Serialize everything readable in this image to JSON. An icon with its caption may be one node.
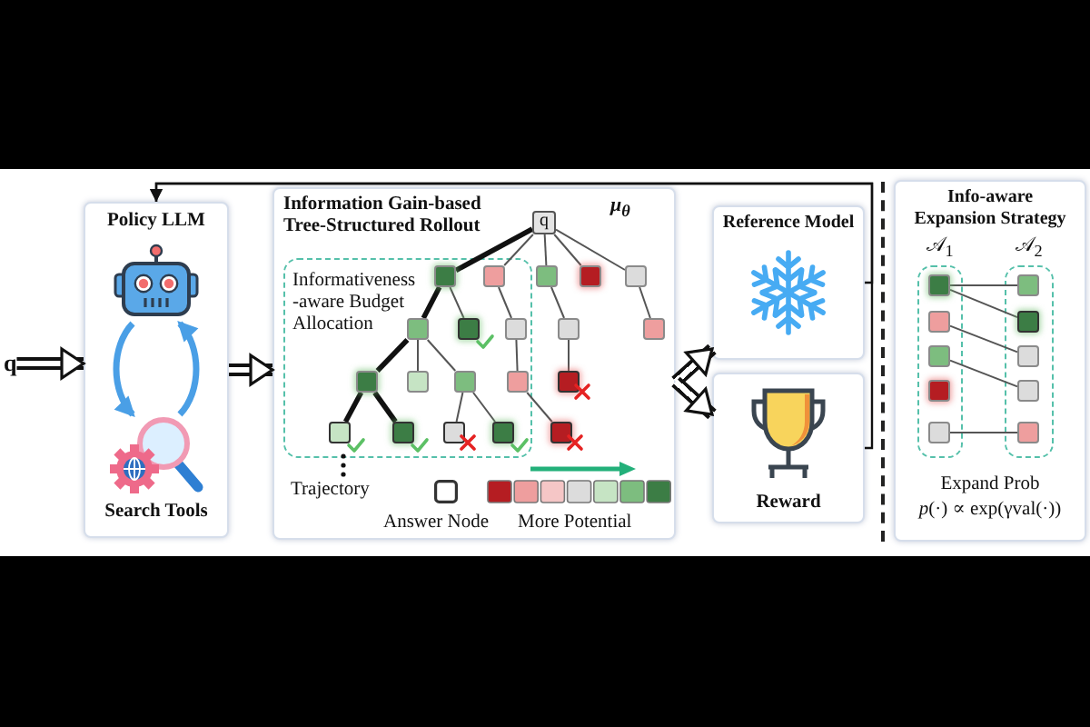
{
  "diagram": {
    "nodes": [
      {
        "text": [
          "q"
        ]
      },
      {
        "text": [
          "Policy LLM",
          "Search Tools"
        ]
      },
      {
        "text": [],
        "shape": "picture",
        "in": 1
      },
      {
        "text": [],
        "shape": "picture",
        "in": 1
      },
      {
        "text": [
          "Information Gain-based Tree-Structured Rollout",
          "μ$_{θ}$"
        ]
      },
      {
        "text": [
          "q"
        ],
        "in": 4
      },
      {
        "text": [
          "Informativeness -aware Budget Allocation"
        ],
        "in": 4
      },
      {
        "text": [],
        "shape": "box",
        "in": 6
      },
      {
        "text": [],
        "shape": "box",
        "in": 6
      },
      {
        "text": [],
        "shape": "box",
        "in": 4
      },
      {
        "text": [],
        "shape": "box",
        "in": 4
      },
      {
        "text": [],
        "shape": "box",
        "in": 4
      },
      {
        "text": [],
        "shape": "box",
        "in": 6
      },
      {
        "text": [],
        "shape": "box",
        "in": 6
      },
      {
        "text": [],
        "shape": "box",
        "in": 6
      },
      {
        "text": [],
        "shape": "box",
        "in": 4
      },
      {
        "text": [],
        "shape": "box",
        "in": 4
      },
      {
        "text": [],
        "shape": "box",
        "in": 6
      },
      {
        "text": [],
        "shape": "box",
        "in": 6
      },
      {
        "text": [],
        "shape": "box",
        "in": 6
      },
      {
        "text": [],
        "shape": "box",
        "in": 6
      },
      {
        "text": [],
        "shape": "box",
        "in": 4
      },
      {
        "text": [],
        "shape": "box",
        "in": 6
      },
      {
        "text": [],
        "shape": "box",
        "in": 6
      },
      {
        "text": [],
        "shape": "box",
        "in": 6
      },
      {
        "text": [],
        "shape": "box",
        "in": 6
      },
      {
        "text": [],
        "shape": "box",
        "in": 4
      },
      {
        "text": [
          "Reference Model"
        ]
      },
      {
        "text": [
          "Reward"
        ]
      },
      {
        "text": [
          "Info-aware Expansion Strategy",
          "Expand Prob",
          "*p*(·) ∝ exp(γval(·))"
        ]
      },
      {
        "text": [
          "𝒜$_{1}$"
        ],
        "in": 29
      },
      {
        "text": [],
        "shape": "box",
        "in": 30
      },
      {
        "text": [],
        "shape": "box",
        "in": 30
      },
      {
        "text": [],
        "shape": "box",
        "in": 30
      },
      {
        "text": [],
        "shape": "box",
        "in": 30
      },
      {
        "text": [],
        "shape": "box",
        "in": 30
      },
      {
        "text": [
          "𝒜$_{2}$"
        ],
        "in": 29
      },
      {
        "text": [],
        "shape": "box",
        "in": 36
      },
      {
        "text": [],
        "shape": "box",
        "in": 36
      },
      {
        "text": [],
        "shape": "box",
        "in": 36
      },
      {
        "text": [],
        "shape": "box",
        "in": 36
      },
      {
        "text": [],
        "shape": "box",
        "in": 36
      }
    ],
    "edges": [
      {
        "from": 0,
        "to": 1,
        "arrow": "to",
        "style": "thick"
      },
      {
        "from": 2,
        "to": 3,
        "arrow": "to",
        "style": "thick",
        "color": "#4a9fe6"
      },
      {
        "from": 3,
        "to": 2,
        "arrow": "to",
        "style": "thick",
        "color": "#4a9fe6"
      },
      {
        "from": 1,
        "to": 4,
        "arrow": "to",
        "style": "thick"
      },
      {
        "from": 5,
        "to": 7,
        "arrow": "none",
        "style": "thick"
      },
      {
        "from": 5,
        "to": 8,
        "arrow": "none"
      },
      {
        "from": 5,
        "to": 9,
        "arrow": "none"
      },
      {
        "from": 5,
        "to": 10,
        "arrow": "none"
      },
      {
        "from": 5,
        "to": 11,
        "arrow": "none"
      },
      {
        "from": 7,
        "to": 12,
        "arrow": "none",
        "style": "thick"
      },
      {
        "from": 7,
        "to": 13,
        "arrow": "none"
      },
      {
        "from": 8,
        "to": 14,
        "arrow": "none"
      },
      {
        "from": 9,
        "to": 15,
        "arrow": "none"
      },
      {
        "from": 11,
        "to": 16,
        "arrow": "none"
      },
      {
        "from": 12,
        "to": 17,
        "arrow": "none",
        "style": "thick"
      },
      {
        "from": 12,
        "to": 18,
        "arrow": "none"
      },
      {
        "from": 12,
        "to": 19,
        "arrow": "none"
      },
      {
        "from": 14,
        "to": 20,
        "arrow": "none"
      },
      {
        "from": 15,
        "to": 21,
        "arrow": "none"
      },
      {
        "from": 17,
        "to": 22,
        "arrow": "none",
        "style": "thick"
      },
      {
        "from": 17,
        "to": 23,
        "arrow": "none",
        "style": "thick"
      },
      {
        "from": 19,
        "to": 24,
        "arrow": "none"
      },
      {
        "from": 19,
        "to": 25,
        "arrow": "none"
      },
      {
        "from": 20,
        "to": 26,
        "arrow": "none"
      },
      {
        "from": 4,
        "to": 27,
        "arrow": "to",
        "style": "thick"
      },
      {
        "from": 4,
        "to": 28,
        "arrow": "to",
        "style": "thick"
      },
      {
        "from": 27,
        "to": 1,
        "arrow": "to"
      },
      {
        "from": 28,
        "to": 1,
        "arrow": "to"
      },
      {
        "from": 31,
        "to": 37,
        "arrow": "none"
      },
      {
        "from": 31,
        "to": 38,
        "arrow": "none"
      },
      {
        "from": 32,
        "to": 39,
        "arrow": "none"
      },
      {
        "from": 33,
        "to": 40,
        "arrow": "none"
      },
      {
        "from": 35,
        "to": 41,
        "arrow": "none"
      }
    ],
    "legend": [
      {
        "text": "Trajectory"
      },
      {
        "text": "Answer Node"
      },
      {
        "text": "More Potential"
      }
    ]
  }
}
